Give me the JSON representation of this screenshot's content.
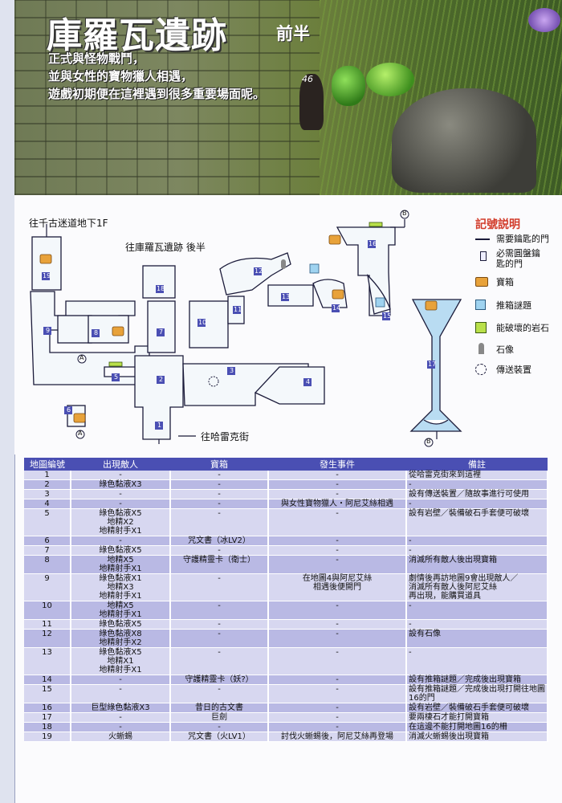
{
  "header": {
    "title": "庫羅瓦遺跡",
    "subtitle": "前半",
    "intro_lines": [
      "正式與怪物戰鬥，",
      "並與女性的寶物獵人相遇，",
      "遊戲初期便在這裡遇到很多重要場面呢。"
    ],
    "hud_number": "46"
  },
  "map": {
    "label_top": "往千古迷道地下1F",
    "label_back": "往庫羅瓦遺跡  後半",
    "label_bottom": "往哈雷克街",
    "room_numbers": [
      "1",
      "2",
      "3",
      "4",
      "5",
      "6",
      "7",
      "8",
      "9",
      "10",
      "11",
      "12",
      "13",
      "14",
      "15",
      "16",
      "17",
      "18",
      "19"
    ],
    "markers": [
      "A",
      "A",
      "B",
      "B"
    ]
  },
  "legend": {
    "title": "記號説明",
    "items": [
      {
        "icon": "key-door-line-icon",
        "label": "需要鑰匙的門"
      },
      {
        "icon": "disc-key-door-icon",
        "label": "必需圓盤鑰\n匙的門"
      },
      {
        "icon": "treasure-chest-icon",
        "label": "寶箱"
      },
      {
        "icon": "push-box-icon",
        "label": "推箱謎題"
      },
      {
        "icon": "breakable-rock-icon",
        "label": "能破壞的岩石"
      },
      {
        "icon": "statue-icon",
        "label": "石像"
      },
      {
        "icon": "teleporter-icon",
        "label": "傳送裝置"
      }
    ],
    "colors": {
      "chest": "#e8a23a",
      "box": "#9fd3f0",
      "rock": "#b9e04a",
      "room_fill": "#f4f8fb",
      "room_border": "#1b1b3a",
      "special_room": "#b9dcf2"
    }
  },
  "table": {
    "headers": [
      "地圖編號",
      "出現敵人",
      "寶箱",
      "發生事件",
      "備註"
    ],
    "rows": [
      {
        "no": "1",
        "enemy": "-",
        "chest": "-",
        "event": "-",
        "note": "從哈雷克街來到這裡"
      },
      {
        "no": "2",
        "enemy": "綠色黏液X3",
        "chest": "-",
        "event": "-",
        "note": "-"
      },
      {
        "no": "3",
        "enemy": "-",
        "chest": "-",
        "event": "-",
        "note": "設有傳送裝置／隨故事進行可使用"
      },
      {
        "no": "4",
        "enemy": "-",
        "chest": "-",
        "event": "與女性寶物獵人・阿尼艾絲相遇",
        "note": "-"
      },
      {
        "no": "5",
        "enemy": "綠色黏液X5\n地精X2\n地精射手X1",
        "chest": "-",
        "event": "-",
        "note": "設有岩壁／裝備破石手套便可破壞"
      },
      {
        "no": "6",
        "enemy": "-",
        "chest": "咒文書（冰LV2）",
        "event": "-",
        "note": "-"
      },
      {
        "no": "7",
        "enemy": "綠色黏液X5",
        "chest": "-",
        "event": "-",
        "note": "-"
      },
      {
        "no": "8",
        "enemy": "地精X5\n地精射手X1",
        "chest": "守護精靈卡（衛士）",
        "event": "-",
        "note": "消滅所有敵人後出現寶箱"
      },
      {
        "no": "9",
        "enemy": "綠色黏液X1\n地精X3\n地精射手X1",
        "chest": "-",
        "event": "在地圖4與阿尼艾絲\n相遇後便開門",
        "note": "劇情後再訪地圖9會出現敵人／\n消滅所有敵人後阿尼艾絲\n再出現，能購買道具"
      },
      {
        "no": "10",
        "enemy": "地精X5\n地精射手X1",
        "chest": "-",
        "event": "-",
        "note": "-"
      },
      {
        "no": "11",
        "enemy": "綠色黏液X5",
        "chest": "-",
        "event": "-",
        "note": "-"
      },
      {
        "no": "12",
        "enemy": "綠色黏液X8\n地精射手X2",
        "chest": "-",
        "event": "-",
        "note": "設有石像"
      },
      {
        "no": "13",
        "enemy": "綠色黏液X5\n地精X1\n地精射手X1",
        "chest": "-",
        "event": "-",
        "note": "-"
      },
      {
        "no": "14",
        "enemy": "-",
        "chest": "守護精靈卡（妖?）",
        "event": "-",
        "note": "設有推箱謎題／完成後出現寶箱"
      },
      {
        "no": "15",
        "enemy": "-",
        "chest": "-",
        "event": "-",
        "note": "設有推箱謎題／完成後出現打開往地圖16的門"
      },
      {
        "no": "16",
        "enemy": "巨型綠色黏液X3",
        "chest": "昔日的古文書",
        "event": "-",
        "note": "設有岩壁／裝備破石手套便可破壞"
      },
      {
        "no": "17",
        "enemy": "-",
        "chest": "巨劍",
        "event": "-",
        "note": "要兩棲石才能打開寶箱"
      },
      {
        "no": "18",
        "enemy": "-",
        "chest": "-",
        "event": "-",
        "note": "在這邊不能打開地圖16的柵"
      },
      {
        "no": "19",
        "enemy": "火蜥蜴",
        "chest": "咒文書（火LV1）",
        "event": "討伐火蜥蜴後，阿尼艾絲再登場",
        "note": "消滅火蜥蜴後出現寶箱"
      }
    ]
  }
}
